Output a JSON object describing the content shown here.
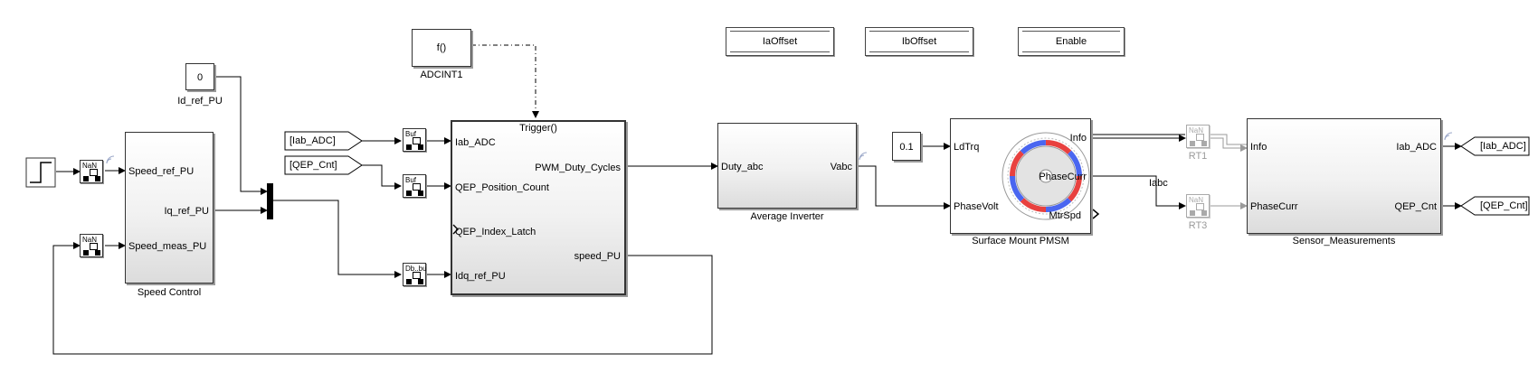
{
  "blocks": {
    "id_ref_value": "0",
    "id_ref_name": "Id_ref_PU",
    "adcint_text": "f()",
    "adcint_name": "ADCINT1",
    "speed_control": {
      "name": "Speed Control",
      "in1": "Speed_ref_PU",
      "in2": "Speed_meas_PU",
      "out1": "Iq_ref_PU"
    },
    "from_tags": {
      "iab": "[Iab_ADC]",
      "qep": "[QEP_Cnt]"
    },
    "conv_labels": {
      "buf1": "Buf",
      "buf2": "Buf",
      "dbl": "Db..bu",
      "nan1": "NaN",
      "nan2": "NaN",
      "rt1": "NaN",
      "rt3": "NaN"
    },
    "controller": {
      "trigger": "Trigger()",
      "in1": "Iab_ADC",
      "in2": "QEP_Position_Count",
      "in3": "QEP_Index_Latch",
      "in4": "Idq_ref_PU",
      "out1": "PWM_Duty_Cycles",
      "out2": "speed_PU"
    },
    "inverter": {
      "name": "Average Inverter",
      "in1": "Duty_abc",
      "out1": "Vabc"
    },
    "ld_const": "0.1",
    "pmsm": {
      "name": "Surface Mount PMSM",
      "in1": "LdTrq",
      "in2": "PhaseVolt",
      "out1": "Info",
      "out2": "PhaseCurr",
      "out3": "MtrSpd"
    },
    "signal_iabc": "Iabc",
    "rt1_name": "RT1",
    "rt3_name": "RT3",
    "sensor": {
      "name": "Sensor_Measurements",
      "in1": "Info",
      "in2": "PhaseCurr",
      "out1": "Iab_ADC",
      "out2": "QEP_Cnt"
    },
    "goto_tags": {
      "iab": "[Iab_ADC]",
      "qep": "[QEP_Cnt]"
    },
    "params": {
      "ia_offset": "IaOffset",
      "ib_offset": "IbOffset",
      "enable": "Enable"
    }
  },
  "colors": {
    "line": "#000000",
    "muted": "#a0a0a0",
    "motor_red": "#e8413f",
    "motor_blue": "#4a66f0"
  }
}
